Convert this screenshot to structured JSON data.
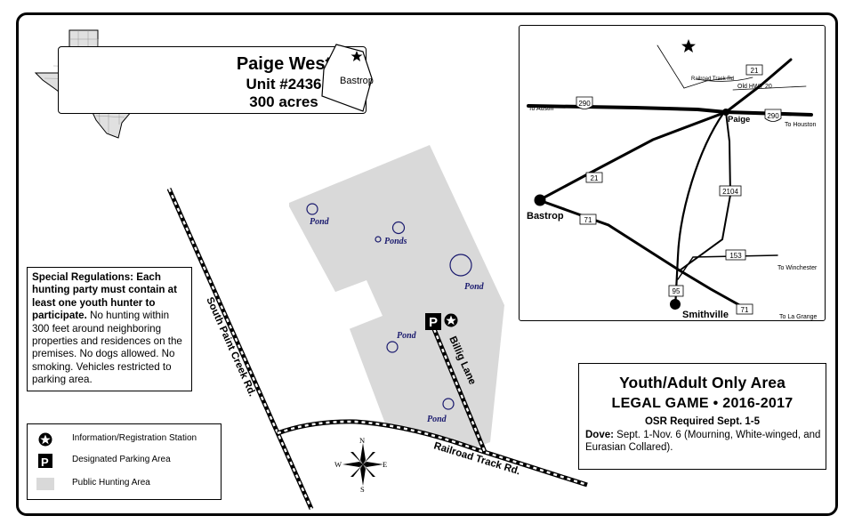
{
  "title": {
    "name": "Paige West",
    "unit": "Unit #2436",
    "acres": "300 acres",
    "county": "Bastrop"
  },
  "special_regulations": {
    "heading": "Special Regulations:",
    "bold_text": " Each hunting party must contain at least one youth hunter to participate.",
    "text": " No hunting within 300 feet around neighboring properties and residences on the premises. No dogs allowed. No smoking. Vehicles restricted to parking area."
  },
  "legend": {
    "items": [
      {
        "icon": "star-circle-icon",
        "label": "Information/Registration Station"
      },
      {
        "icon": "parking-icon",
        "label": "Designated Parking Area"
      },
      {
        "icon": "gray-area-swatch",
        "label": "Public Hunting Area"
      }
    ]
  },
  "map_labels": {
    "ponds": [
      "Pond",
      "Ponds",
      "Pond",
      "Pond",
      "Pond"
    ],
    "roads": [
      "South Paint Creek Rd.",
      "Billig Lane",
      "Railroad Track Rd."
    ],
    "compass": {
      "n": "N",
      "s": "S",
      "e": "E",
      "w": "W"
    },
    "parking_letter": "P"
  },
  "info_box": {
    "line1": "Youth/Adult Only Area",
    "line2": "LEGAL GAME • 2016-2017",
    "line3": "OSR Required Sept. 1-5",
    "dove_label": "Dove:",
    "dove_text": " Sept. 1-Nov. 6 (Mourning, White-winged, and Eurasian Collared)."
  },
  "inset_map": {
    "places": [
      "Bastrop",
      "Paige",
      "Smithville"
    ],
    "directions": [
      "To Austin",
      "To Houston",
      "To Winchester",
      "To La Grange"
    ],
    "road_labels": [
      "Railroad Track Rd",
      "Old HWY 20"
    ],
    "shields": [
      "21",
      "290",
      "290",
      "21",
      "71",
      "2104",
      "153",
      "95",
      "71"
    ]
  },
  "colors": {
    "hunting_area": "#d9d9d9",
    "pond_outline": "#1a1a6e",
    "pond_label": "#1a1a6e",
    "ink": "#000000"
  }
}
